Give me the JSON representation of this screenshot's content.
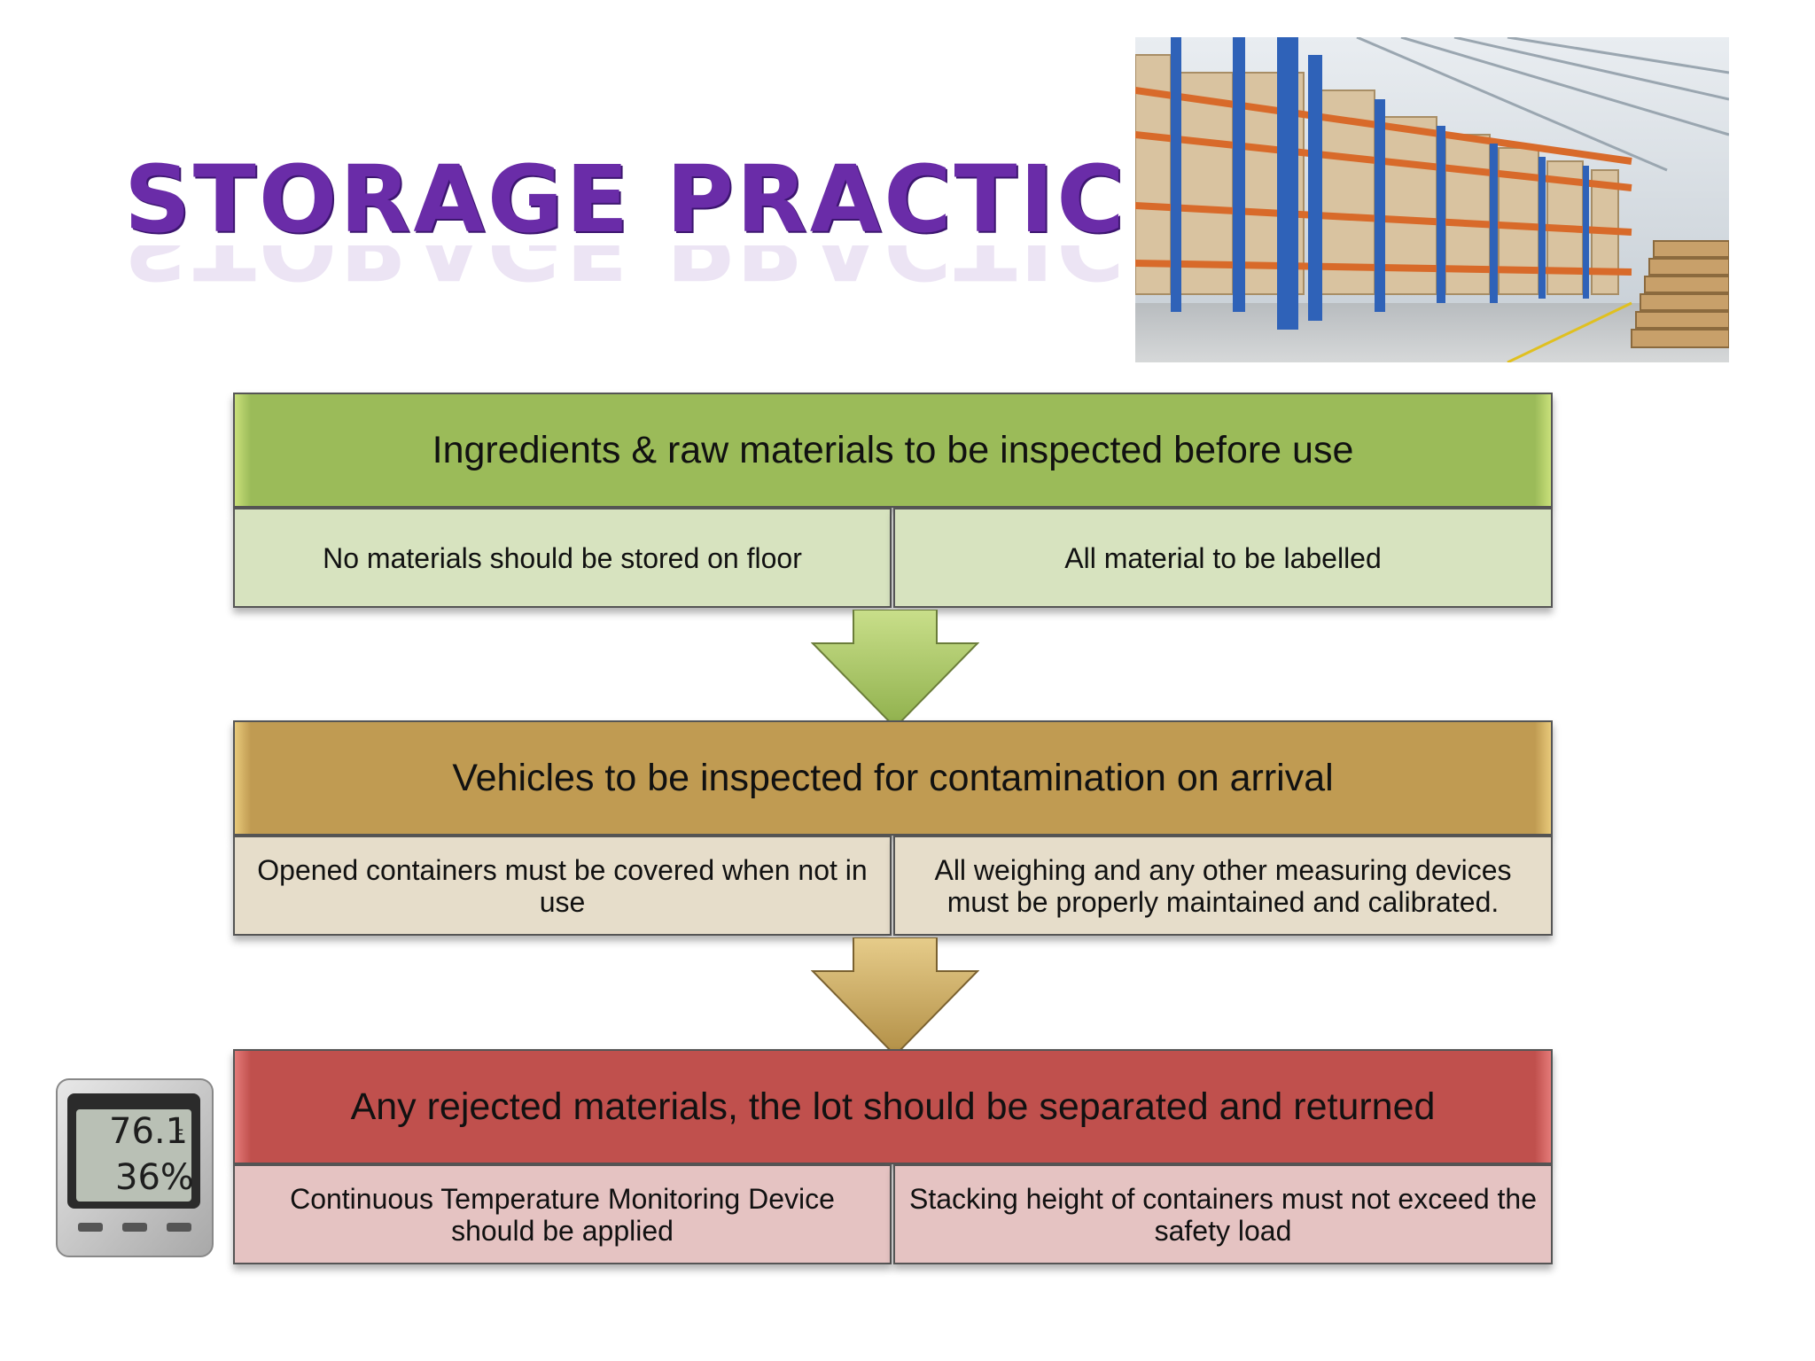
{
  "title": "STORAGE PRACTICES",
  "colors": {
    "title": "#6a2ca8",
    "green": "#9bbb59",
    "green_light": "#d7e3bf",
    "gold": "#c09b52",
    "gold_light": "#e6ddca",
    "red": "#c0504d",
    "red_light": "#e5c3c2"
  },
  "images": {
    "warehouse": "warehouse-photo",
    "thermometer": "digital-thermometer-hygrometer"
  },
  "thermometer_display": {
    "temperature": "76.1",
    "unit": "F",
    "humidity": "36%"
  },
  "steps": [
    {
      "header": "Ingredients & raw materials to be inspected before use",
      "left": "No materials should be stored on floor",
      "right": "All material to be labelled"
    },
    {
      "header": "Vehicles to be inspected for contamination on arrival",
      "left": "Opened containers must be covered when not in use",
      "right": "All weighing and any other measuring devices must be properly maintained and calibrated."
    },
    {
      "header": "Any rejected materials, the lot should be separated and returned",
      "left": "Continuous Temperature Monitoring Device should be applied",
      "right": "Stacking height of containers must not exceed the safety load"
    }
  ]
}
